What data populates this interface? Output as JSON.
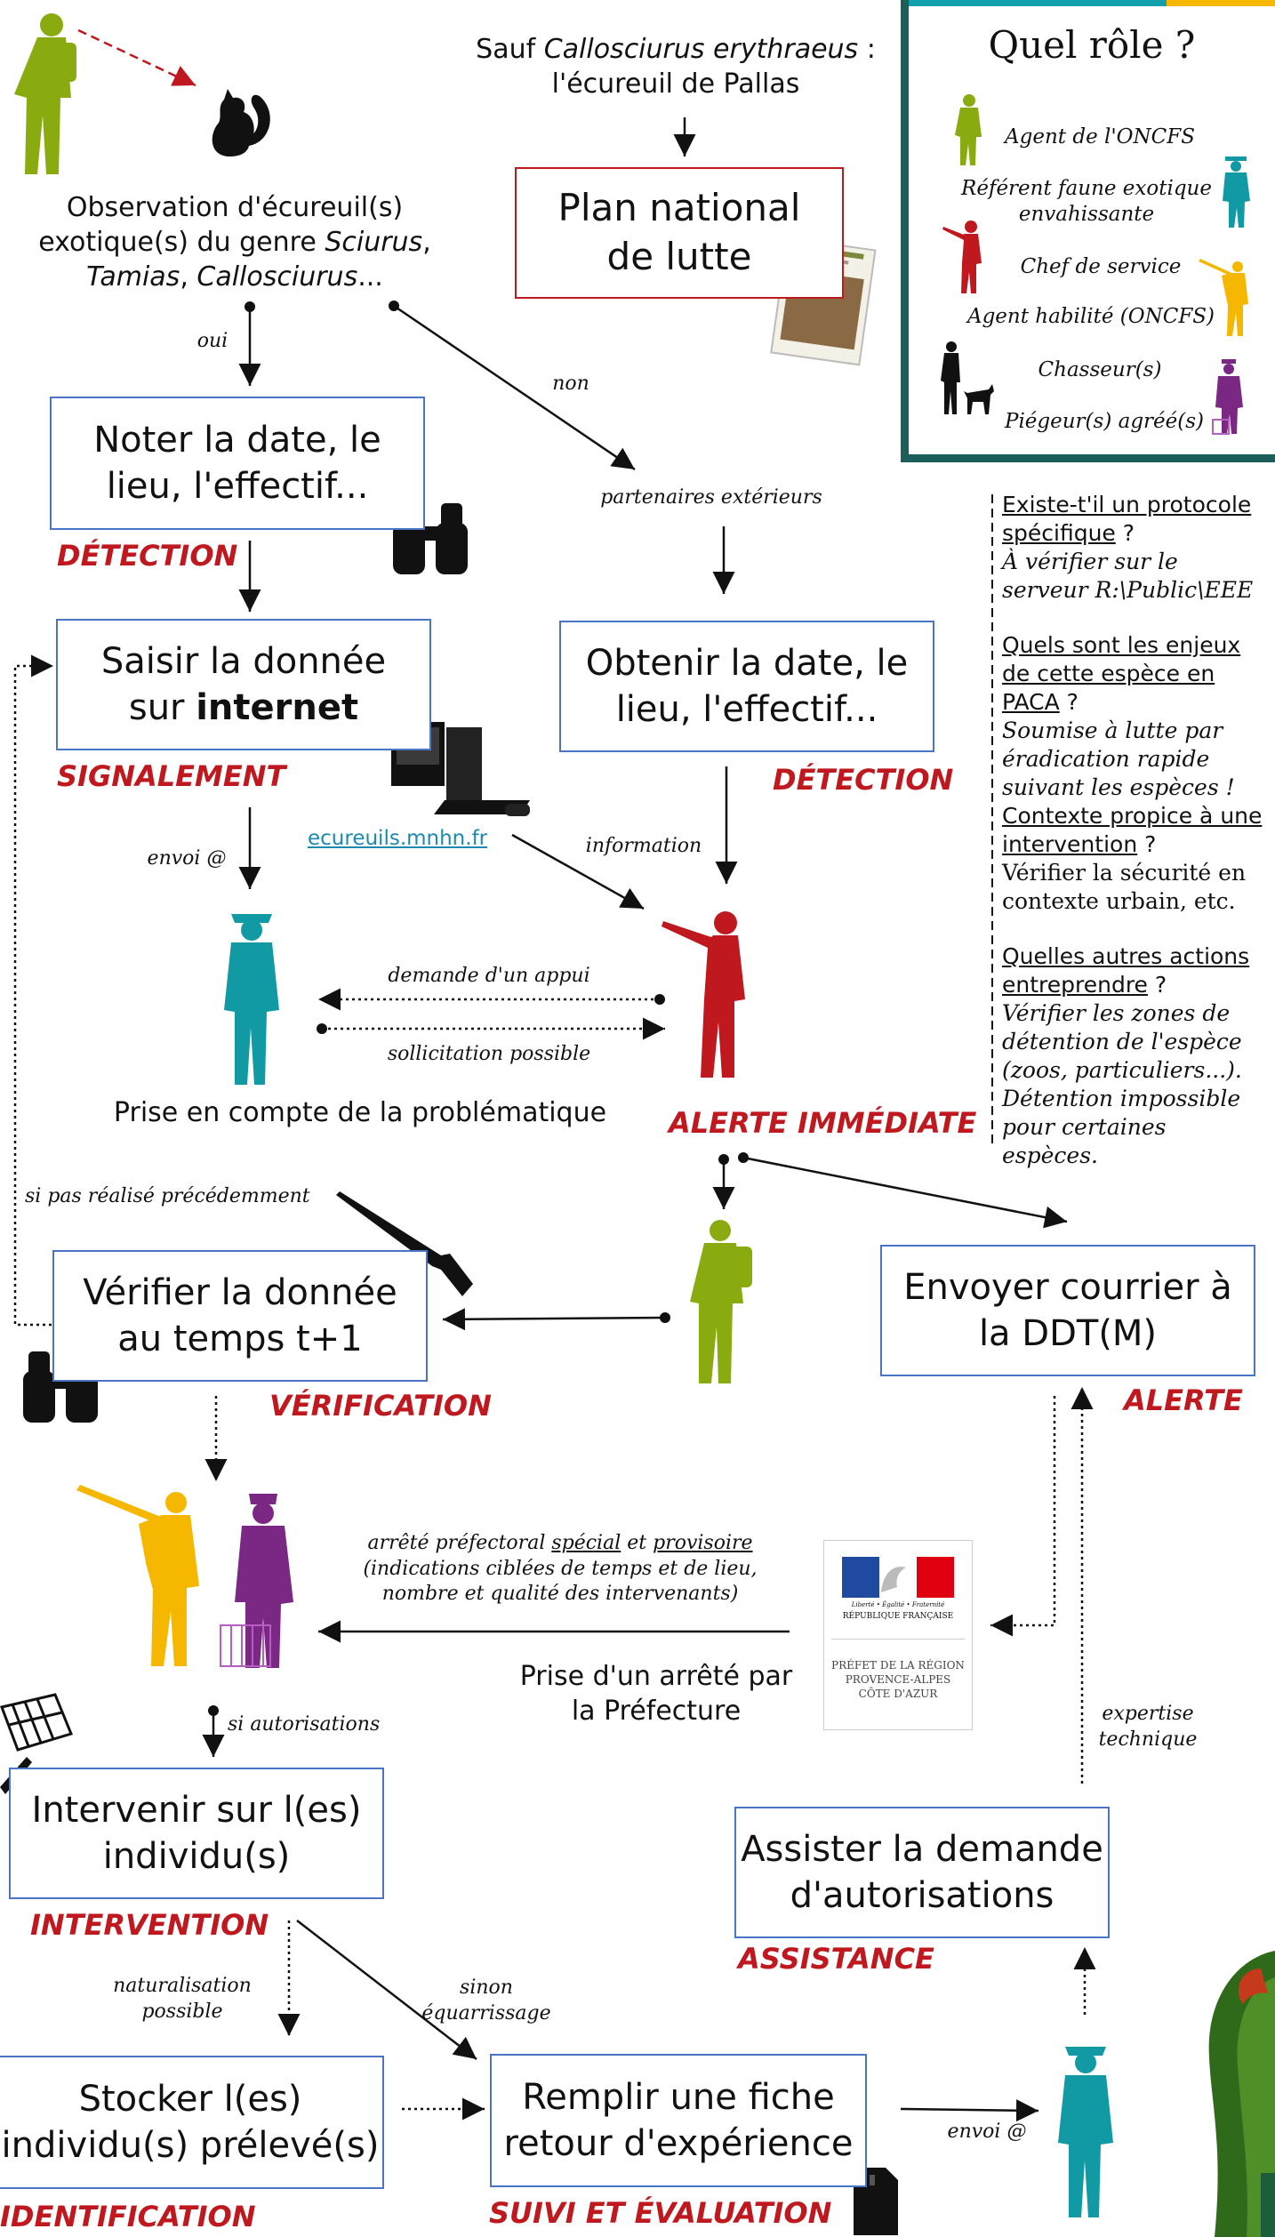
{
  "colors": {
    "agent_oncfs": "#8aab10",
    "referent": "#129aa4",
    "chef_service": "#c0181f",
    "agent_habilite": "#f5b700",
    "chasseur": "#111111",
    "piegeur": "#7b2784",
    "box_border": "#4a74c4",
    "stage_label": "#c0181f",
    "panel_border": "#1c5e5a"
  },
  "top": {
    "sauf_prefix": "Sauf ",
    "sauf_species": "Callosciurus erythraeus",
    "sauf_suffix": " :",
    "sauf_line2": "l'écureuil de Pallas",
    "plan_line1": "Plan national",
    "plan_line2": "de lutte"
  },
  "observation": {
    "line1": "Observation d'écureuil(s)",
    "line2_prefix": "exotique(s) du genre ",
    "line2_genus": "Sciurus",
    "line2_suffix": ",",
    "line3_genus1": "Tamias",
    "line3_sep": ", ",
    "line3_genus2": "Callosciurus",
    "line3_suffix": "..."
  },
  "roles": {
    "title": "Quel rôle ?",
    "items": [
      {
        "label": "Agent de l'ONCFS",
        "color_key": "agent_oncfs"
      },
      {
        "label": "Référent faune exotique envahissante",
        "color_key": "referent"
      },
      {
        "label": "Chef de service",
        "color_key": "chef_service"
      },
      {
        "label": "Agent habilité (ONCFS)",
        "color_key": "agent_habilite"
      },
      {
        "label": "Chasseur(s)",
        "color_key": "chasseur"
      },
      {
        "label": "Piégeur(s) agréé(s)",
        "color_key": "piegeur"
      }
    ]
  },
  "boxes": {
    "noter_line1": "Noter la date, le",
    "noter_line2": "lieu, l'effectif...",
    "obtenir_line1": "Obtenir la date, le",
    "obtenir_line2": "lieu, l'effectif...",
    "saisir_line1": "Saisir la donnée",
    "saisir_line2_prefix": "sur ",
    "saisir_line2_bold": "internet",
    "verifier_line1": "Vérifier la donnée",
    "verifier_line2": "au temps t+1",
    "envoyer_line1": "Envoyer courrier à",
    "envoyer_line2": "la DDT(M)",
    "intervenir_line1": "Intervenir sur l(es)",
    "intervenir_line2": "individu(s)",
    "assister_line1": "Assister la demande",
    "assister_line2": "d'autorisations",
    "stocker_line1": "Stocker l(es)",
    "stocker_line2": "individu(s) prélevé(s)",
    "remplir_line1": "Remplir une fiche",
    "remplir_line2": "retour d'expérience"
  },
  "stages": {
    "detection_left": "DÉTECTION",
    "detection_right": "DÉTECTION",
    "signalement": "SIGNALEMENT",
    "alerte_immediate": "ALERTE IMMÉDIATE",
    "verification": "VÉRIFICATION",
    "alerte": "ALERTE",
    "intervention": "INTERVENTION",
    "assistance": "ASSISTANCE",
    "identification": "IDENTIFICATION",
    "suivi": "SUIVI ET ÉVALUATION"
  },
  "labels": {
    "oui": "oui",
    "non": "non",
    "partenaires": "partenaires extérieurs",
    "website": "ecureuils.mnhn.fr",
    "envoi1": "envoi @",
    "information": "information",
    "demande_appui": "demande d'un appui",
    "sollicitation": "sollicitation possible",
    "prise_en_compte": "Prise en compte de la problématique",
    "si_pas_realise": "si pas réalisé précédemment",
    "arrete_prefix": "arrêté préfectoral ",
    "arrete_special": "spécial",
    "arrete_et": " et ",
    "arrete_provisoire": "provisoire",
    "arrete_line2": "(indications ciblées de temps et de lieu,",
    "arrete_line3": "nombre et qualité des intervenants)",
    "prise_arrete_line1": "Prise d'un arrêté par",
    "prise_arrete_line2": "la Préfecture",
    "si_autorisations": "si autorisations",
    "expertise_line1": "expertise",
    "expertise_line2": "technique",
    "naturalisation_line1": "naturalisation",
    "naturalisation_line2": "possible",
    "sinon_line1": "sinon",
    "sinon_line2": "équarrissage",
    "envoi2": "envoi @"
  },
  "prefet": {
    "motto": "Liberté • Égalité • Fraternité",
    "republique": "RÉPUBLIQUE FRANÇAISE",
    "line1": "PRÉFET DE LA RÉGION",
    "line2": "PROVENCE-ALPES",
    "line3": "CÔTE D'AZUR"
  },
  "questions": [
    {
      "q": "Existe-t'il un protocole spécifique",
      "q_suffix": " ?",
      "a": "À vérifier sur le serveur R:\\Public\\EEE",
      "a_italic": true
    },
    {
      "q": "Quels sont les enjeux de cette espèce en PACA",
      "q_suffix": " ?",
      "a": "Soumise à lutte par éradication rapide suivant les espèces !",
      "a_italic": true
    },
    {
      "q": "Contexte propice à une intervention",
      "q_suffix": " ?",
      "a": "Vérifier la sécurité en contexte urbain, etc.",
      "a_italic": false
    },
    {
      "q": "Quelles autres actions entreprendre",
      "q_suffix": " ?",
      "a": "Vérifier les zones de détention de l'espèce (zoos, particuliers...). Détention impossible pour certaines espèces.",
      "a_italic": true
    }
  ]
}
